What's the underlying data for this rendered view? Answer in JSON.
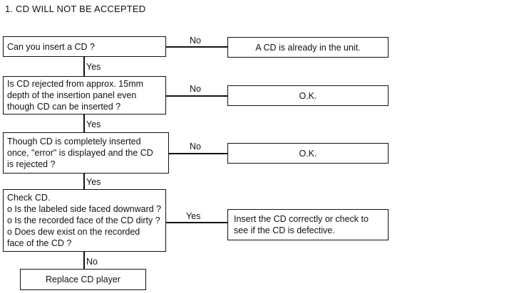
{
  "title": "1.  CD WILL NOT BE ACCEPTED",
  "steps": [
    {
      "question": "Can you insert a CD ?",
      "no_label": "No",
      "no_result": "A CD is already in the unit.",
      "yes_label": "Yes"
    },
    {
      "question": "Is CD rejected from approx. 15mm\ndepth of the insertion panel even\nthough CD can be inserted ?",
      "no_label": "No",
      "no_result": "O.K.",
      "yes_label": "Yes"
    },
    {
      "question": "Though CD is completely inserted\nonce, \"error\" is displayed and the CD\nis rejected ?",
      "no_label": "No",
      "no_result": "O.K.",
      "yes_label": "Yes"
    },
    {
      "question": "Check CD.\no Is the labeled side faced downward ?\no Is the recorded face of the CD dirty ?\no Does dew exist on the recorded\n   face of the CD ?",
      "yes_label": "Yes",
      "yes_result": "Insert the CD correctly or check to\nsee if the CD is defective.",
      "no_label": "No"
    }
  ],
  "final_action": "Replace CD player"
}
